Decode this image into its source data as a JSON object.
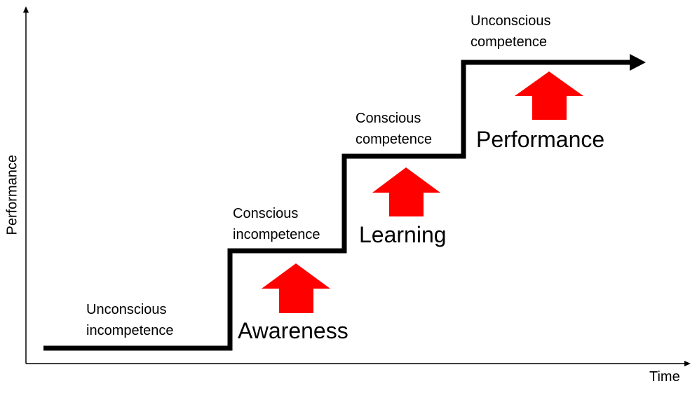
{
  "diagram": {
    "title": "",
    "axes": {
      "x_label": "Time",
      "y_label": "Performance"
    },
    "colors": {
      "line": "#000000",
      "arrow": "#ff0000",
      "background": "#ffffff"
    },
    "stages": [
      {
        "line1": "Unconscious",
        "line2": "incompetence",
        "level": 0
      },
      {
        "line1": "Conscious",
        "line2": "incompetence",
        "level": 1
      },
      {
        "line1": "Conscious",
        "line2": "competence",
        "level": 2
      },
      {
        "line1": "Unconscious",
        "line2": "competence",
        "level": 3
      }
    ],
    "transitions": [
      {
        "label": "Awareness",
        "from_level": 0,
        "to_level": 1
      },
      {
        "label": "Learning",
        "from_level": 1,
        "to_level": 2
      },
      {
        "label": "Performance",
        "from_level": 2,
        "to_level": 3
      }
    ]
  }
}
